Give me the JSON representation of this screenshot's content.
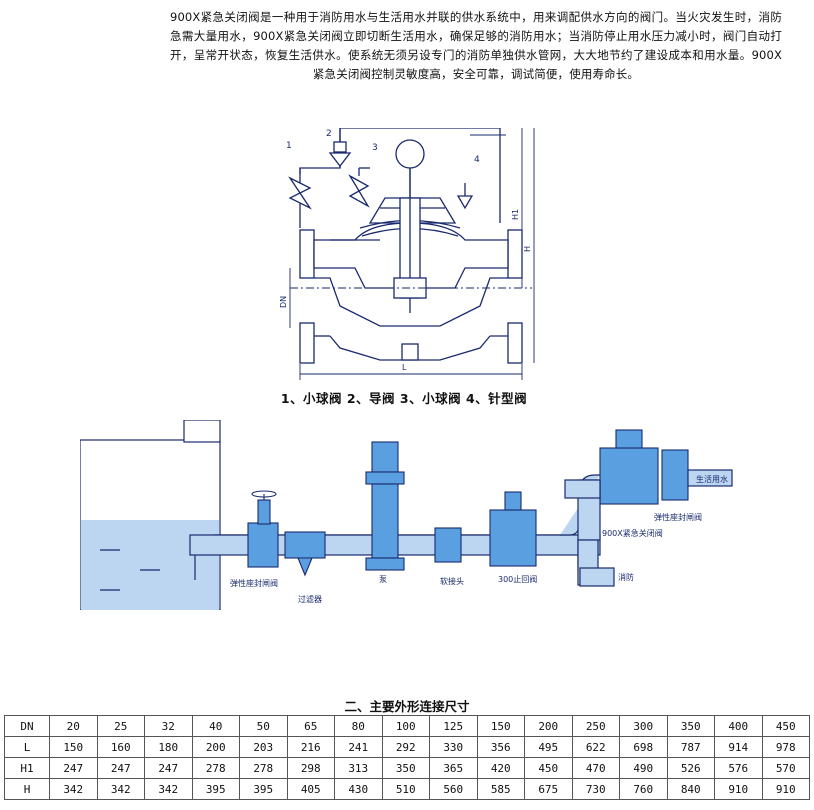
{
  "intro_text": "900X紧急关闭阀是一种用于消防用水与生活用水并联的供水系统中，用来调配供水方向的阀门。当火灾发生时，消防急需大量用水，900X紧急关闭阀立即切断生活用水，确保足够的消防用水；当消防停止用水压力减小时，阀门自动打开，呈常开状态，恢复生活供水。使系统无须另设专门的消防单独供水管网，大大地节约了建设成本和用水量。900X紧急关闭阀控制灵敏度高，安全可靠，调试简便，使用寿命长。",
  "figure1": {
    "callouts": [
      "1",
      "2",
      "3",
      "4"
    ],
    "dim_labels": {
      "h1": "H1",
      "h": "H",
      "dn": "DN",
      "l": "L"
    },
    "caption": "1、小球阀 2、导阀 3、小球阀 4、针型阀"
  },
  "figure2": {
    "labels": {
      "seal_valve_left": "弹性座封闸阀",
      "filter": "过滤器",
      "pump": "泵",
      "soft_joint": "软接头",
      "check_valve": "300止回阀",
      "main_valve": "900X紧急关闭阀",
      "seal_valve_right": "弹性座封闸阀",
      "domestic_water": "生活用水",
      "fire_water": "消防"
    }
  },
  "table": {
    "title": "二、主要外形连接尺寸",
    "rows": [
      {
        "head": "DN",
        "cells": [
          "20",
          "25",
          "32",
          "40",
          "50",
          "65",
          "80",
          "100",
          "125",
          "150",
          "200",
          "250",
          "300",
          "350",
          "400",
          "450"
        ]
      },
      {
        "head": "L",
        "cells": [
          "150",
          "160",
          "180",
          "200",
          "203",
          "216",
          "241",
          "292",
          "330",
          "356",
          "495",
          "622",
          "698",
          "787",
          "914",
          "978"
        ]
      },
      {
        "head": "H1",
        "cells": [
          "247",
          "247",
          "247",
          "278",
          "278",
          "298",
          "313",
          "350",
          "365",
          "420",
          "450",
          "470",
          "490",
          "526",
          "576",
          "570"
        ]
      },
      {
        "head": "H",
        "cells": [
          "342",
          "342",
          "342",
          "395",
          "395",
          "405",
          "430",
          "510",
          "560",
          "585",
          "675",
          "730",
          "760",
          "840",
          "910",
          "910"
        ]
      }
    ]
  },
  "colors": {
    "diagram_line": "#1a2a6e",
    "water": "#bcd6f2",
    "equipment": "#5aa0e0"
  }
}
